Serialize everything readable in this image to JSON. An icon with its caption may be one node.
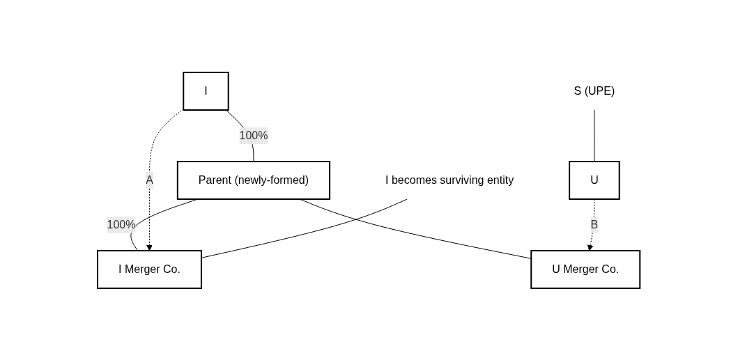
{
  "diagram": {
    "nodes": [
      {
        "text": [
          "I"
        ]
      },
      {
        "text": [
          "Parent (newly-formed)"
        ]
      },
      {
        "text": [
          "U"
        ]
      },
      {
        "text": [
          "I Merger Co."
        ]
      },
      {
        "text": [
          "U Merger Co."
        ]
      },
      {
        "text": [
          "S (UPE)"
        ]
      },
      {
        "text": [
          "I becomes surviving entity"
        ]
      }
    ],
    "edges": [
      {
        "from": 0,
        "to": 1,
        "arrow": "none",
        "label": "100%"
      },
      {
        "from": 1,
        "to": 3,
        "arrow": "none",
        "label": "100%"
      },
      {
        "from": 1,
        "to": 4,
        "arrow": "none"
      },
      {
        "from": 0,
        "to": 3,
        "arrow": "to",
        "style": "dashed",
        "label": "A"
      },
      {
        "from": 2,
        "to": 4,
        "arrow": "to",
        "style": "dashed",
        "label": "B"
      },
      {
        "from": 5,
        "to": 2,
        "arrow": "none"
      },
      {
        "from": 6,
        "to": 3,
        "arrow": "none"
      }
    ]
  }
}
